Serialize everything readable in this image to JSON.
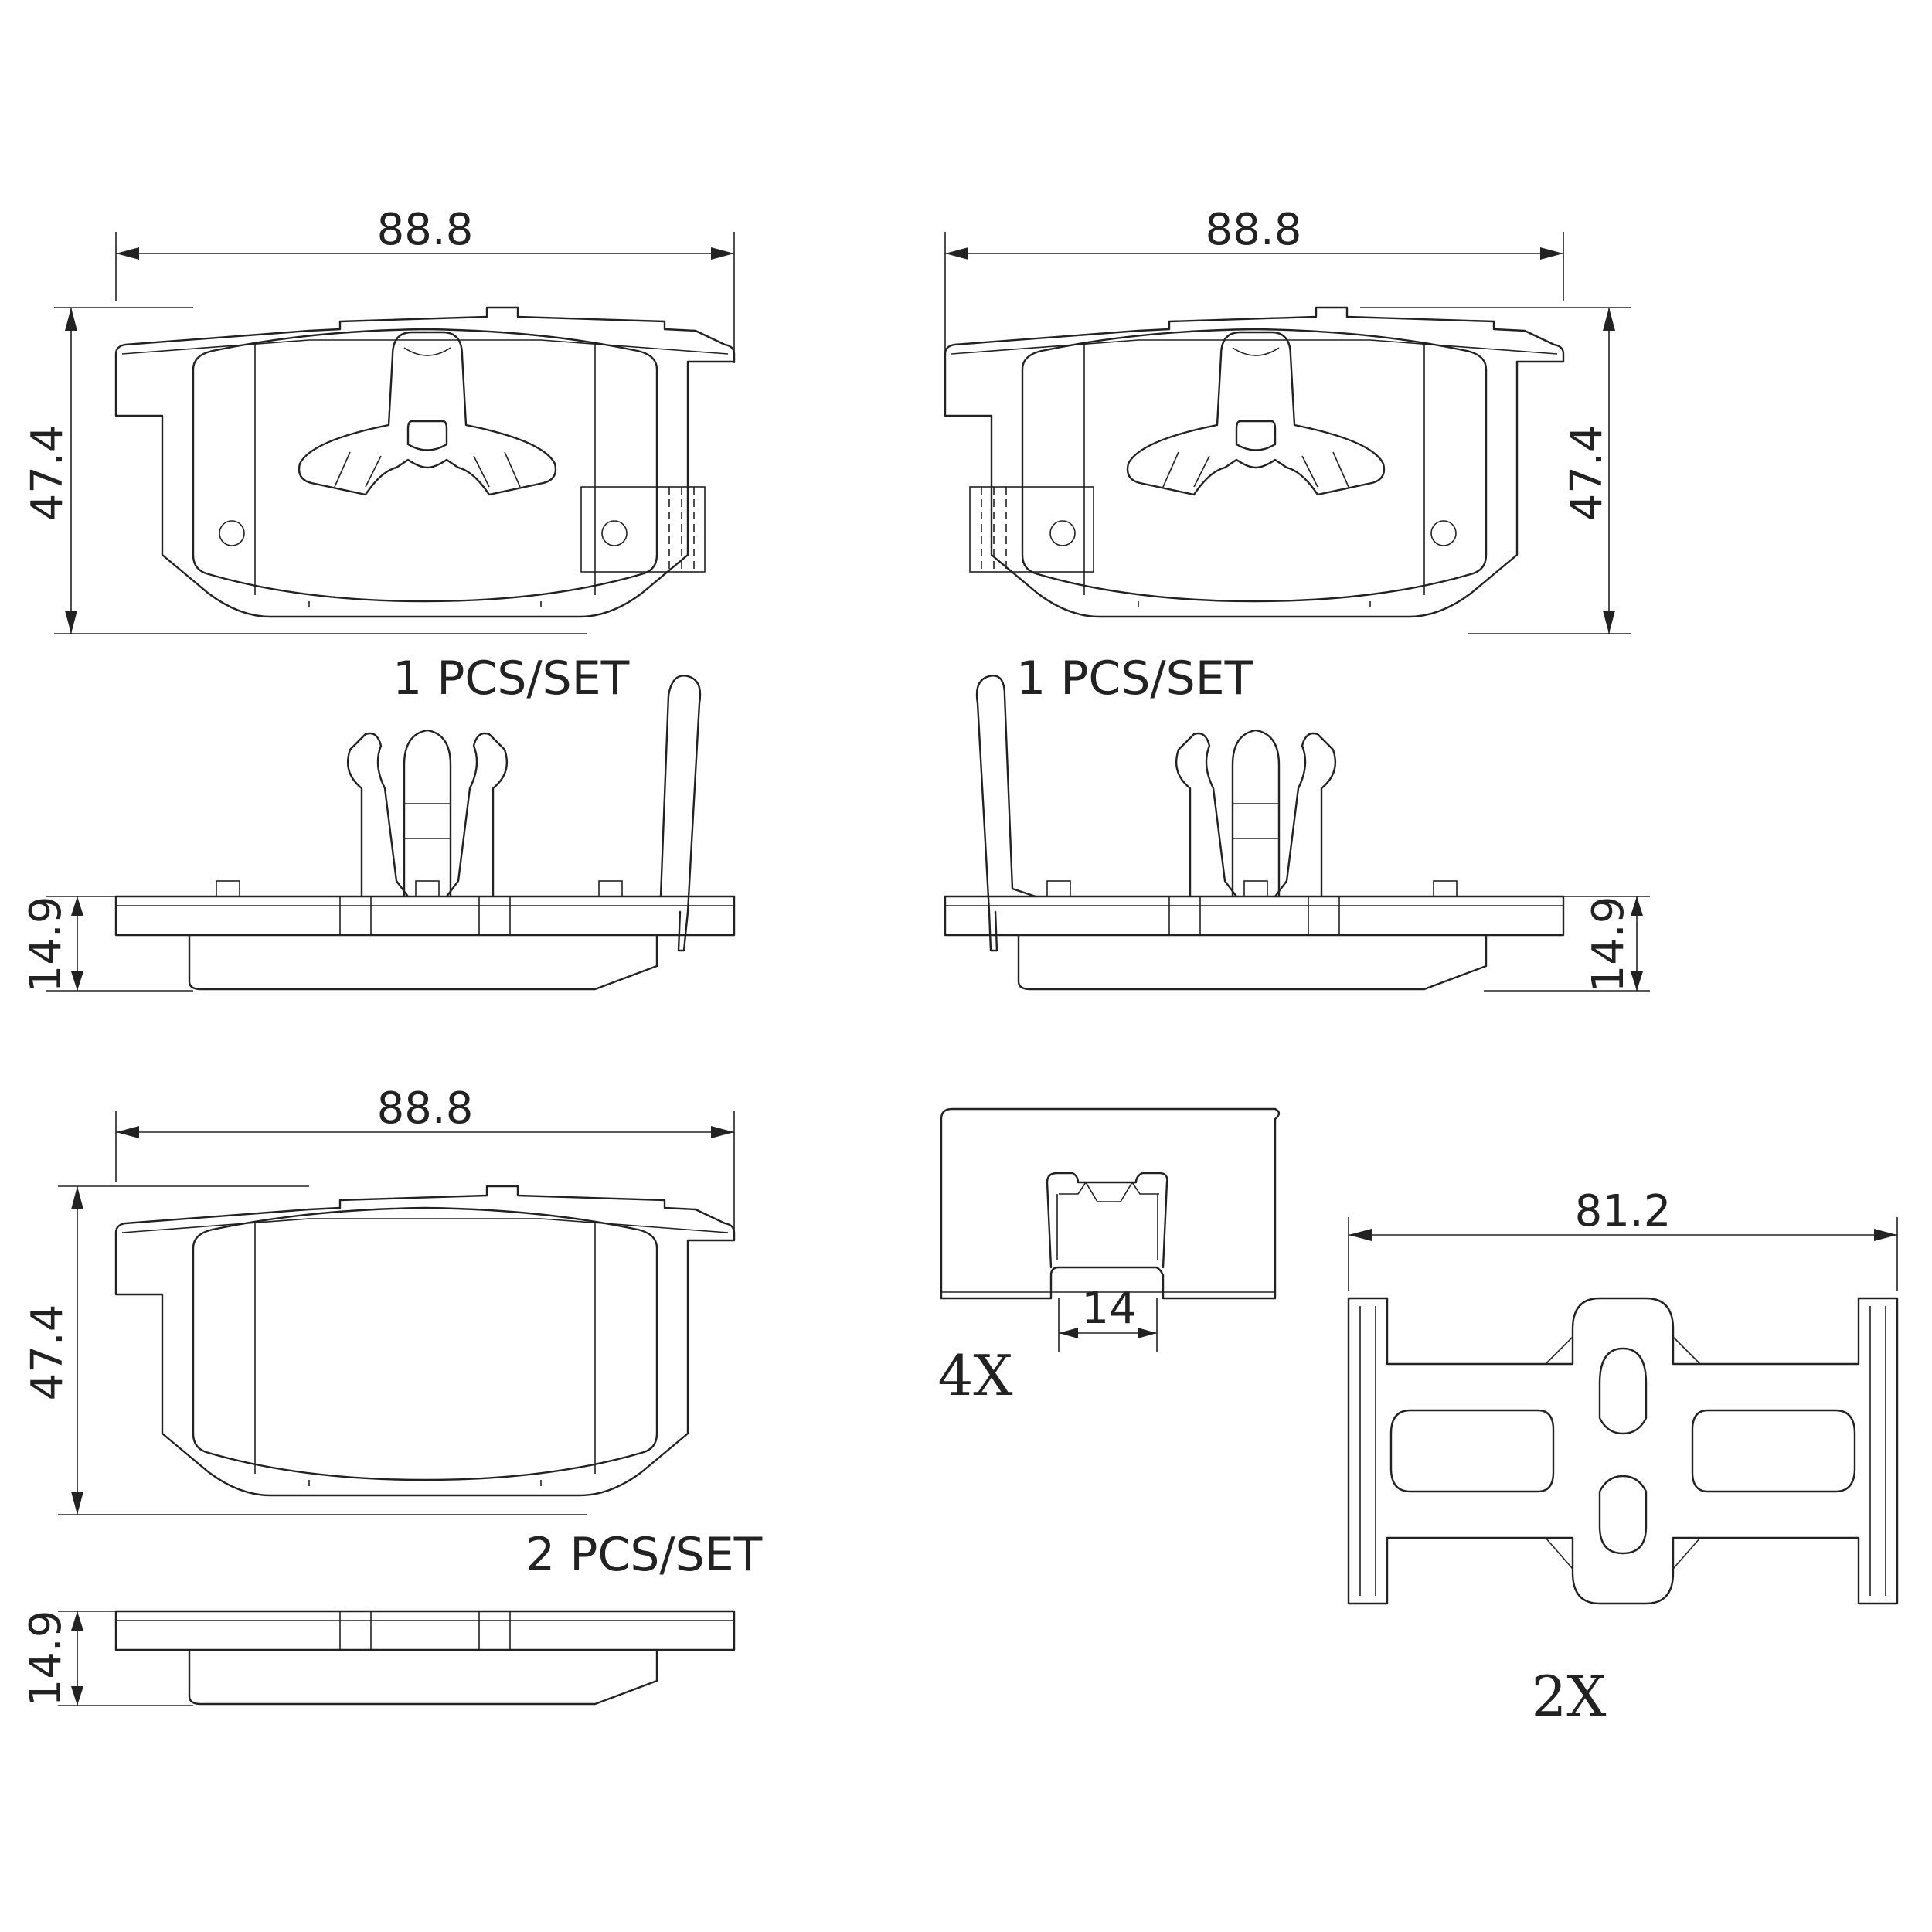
{
  "pad_top_left": {
    "width_dim": "88.8",
    "height_dim": "47.4",
    "thickness_dim": "14.9",
    "quantity": "1 PCS/SET"
  },
  "pad_top_right": {
    "width_dim": "88.8",
    "height_dim": "47.4",
    "thickness_dim": "14.9",
    "quantity": "1 PCS/SET"
  },
  "pad_bottom_left": {
    "width_dim": "88.8",
    "height_dim": "47.4",
    "thickness_dim": "14.9",
    "quantity": "2 PCS/SET"
  },
  "clip": {
    "width_dim": "14",
    "multiplier": "4X"
  },
  "spring": {
    "width_dim": "81.2",
    "multiplier": "2X"
  }
}
